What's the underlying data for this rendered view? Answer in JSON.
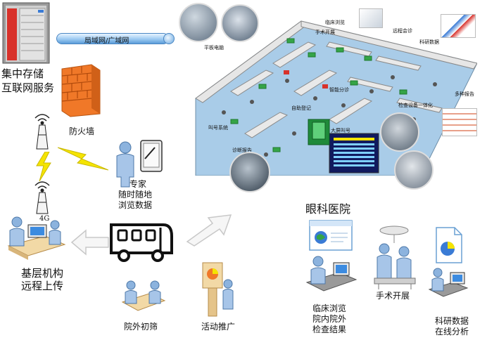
{
  "labels": {
    "storage": [
      "集中存储",
      "互联网服务"
    ],
    "network": "局域网/广域网",
    "firewall": "防火墙",
    "signal_4g": "4G",
    "expert": [
      "专家",
      "随时随地",
      "浏览数据"
    ],
    "grassroots": [
      "基层机构",
      "远程上传"
    ],
    "outpatient_screening": "院外初筛",
    "promotion": "活动推广",
    "eye_hospital": "眼科医院",
    "clinical_browse": [
      "临床浏览",
      "院内院外",
      "检查结果"
    ],
    "surgery": "手术开展",
    "research": [
      "科研数据",
      "在线分析"
    ]
  },
  "map_labels": [
    "临床浏览",
    "远程会诊",
    "科研数据",
    "手术开展",
    "平板电脑",
    "智能分诊",
    "自助登记",
    "大屏叫号",
    "检查设备一体化",
    "诊断报告",
    "多种报告",
    "叫号系统"
  ],
  "colors": {
    "server_red": "#d8322b",
    "pipe_blue": "#9ccaf2",
    "firewall_orange": "#f07828",
    "arrow_gray": "#d0d0d0",
    "bolt_yellow": "#f5e400",
    "floor_blue": "#a9cce8",
    "wall_gray": "#e6e6e6",
    "person_blue": "#8cb3de"
  }
}
